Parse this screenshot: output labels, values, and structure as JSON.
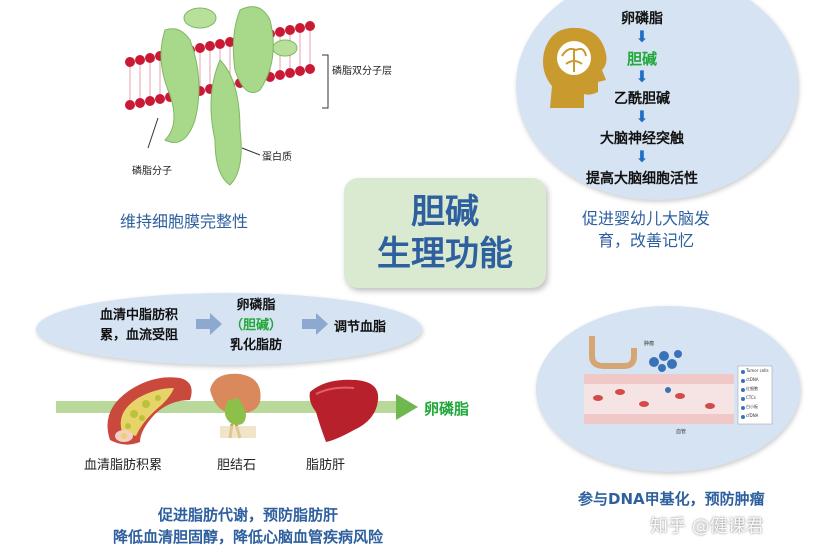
{
  "center": {
    "line1": "胆碱",
    "line2": "生理功能"
  },
  "membrane": {
    "bilayer_label": "磷脂双分子层",
    "molecule_label": "磷脂分子",
    "protein_label": "蛋白质",
    "caption": "维持细胞膜完整性"
  },
  "brain": {
    "steps": [
      "卵磷脂",
      "胆碱",
      "乙酰胆碱",
      "大脑神经突触",
      "提高大脑细胞活性"
    ],
    "caption_line1": "促进婴幼儿大脑发",
    "caption_line2": "育，改善记忆"
  },
  "lipid": {
    "left_line1": "血清中脂肪积",
    "left_line2": "累，血流受阻",
    "mid_line1": "卵磷脂",
    "mid_line2": "（胆碱）",
    "mid_line3": "乳化脂肪",
    "right": "调节血脂",
    "arrow_label": "卵磷脂",
    "organs": [
      "血清脂肪积累",
      "胆结石",
      "脂肪肝"
    ],
    "caption_line1": "促进脂肪代谢，预防脂肪肝",
    "caption_line2": "降低血清胆固醇，降低心脑血管疾病风险"
  },
  "dna": {
    "legend": [
      "Tumor cells",
      "ctDNA",
      "红细胞",
      "CTCs",
      "白小板",
      "cfDNA"
    ],
    "vessel_label": "血管",
    "tumor_label": "肿瘤",
    "caption": "参与DNA甲基化，预防肿瘤"
  },
  "watermark": "知乎 @健课君",
  "colors": {
    "accent_blue": "#2e5f9e",
    "green": "#22a83a",
    "center_box": "#d9ead0",
    "bubble": "#d6e3f3",
    "arrow_blue": "#1f6fc4"
  }
}
